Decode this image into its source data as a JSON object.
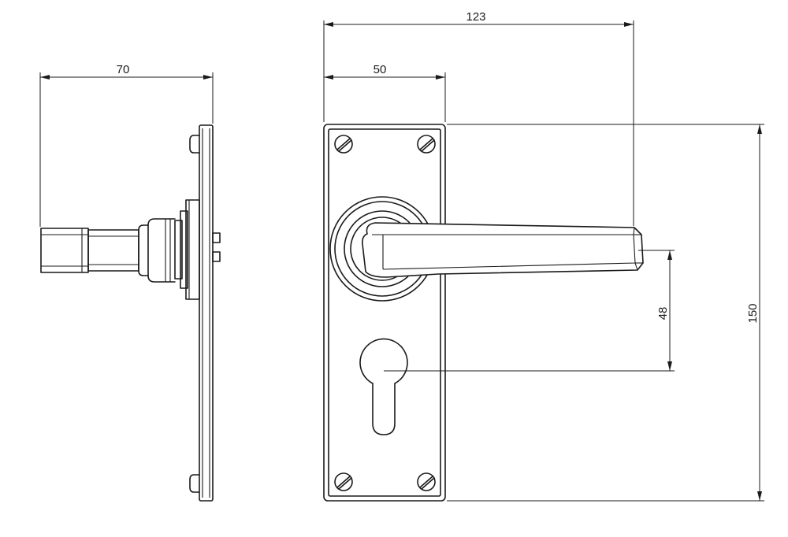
{
  "dimensions": {
    "side_projection": "70",
    "overall_width": "123",
    "plate_width": "50",
    "lever_to_keyhole": "48",
    "plate_height": "150"
  },
  "colors": {
    "line": "#1a1a1a",
    "background": "#ffffff"
  }
}
